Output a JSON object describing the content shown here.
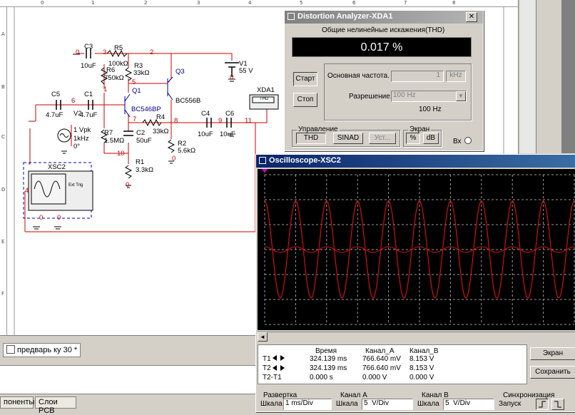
{
  "rulers": {
    "top": [
      "0",
      "1",
      "2",
      "3",
      "4",
      "5",
      "6",
      "7",
      "8"
    ],
    "left": [
      "A",
      "B",
      "C",
      "D",
      "E",
      "F"
    ]
  },
  "schematic": {
    "components": {
      "c3": "C3",
      "c3_val": "10uF",
      "r5": "R5",
      "r5_val": "100kΩ",
      "r6": "R6",
      "r6_val": "750kΩ",
      "r3": "R3",
      "r3_val": "33kΩ",
      "q3": "Q3",
      "q3_model": "BC556B",
      "q1": "Q1",
      "q1_model": "BC546BP",
      "v1": "V1",
      "v1_val": "55 V",
      "c5": "C5",
      "c5_val": "4.7uF",
      "c1": "C1",
      "c1_val": "4.7uF",
      "v2": "V2",
      "v2_amp": "1 Vpk",
      "v2_freq": "1kHz",
      "v2_phase": "0°",
      "r4": "R4",
      "r4_val": "33kΩ",
      "c2": "C2",
      "c2_val": "50uF",
      "r7": "R7",
      "r7_val": "1.5MΩ",
      "r2": "R2",
      "r2_val": "5.6kΩ",
      "r1": "R1",
      "r1_val": "3.3kΩ",
      "c4": "C4",
      "c4_val": "10uF",
      "c6": "C6",
      "c6_val": "10uF",
      "xda1": "XDA1",
      "xda1_inner": "THD",
      "xsc2": "XSC2",
      "xsc2_ext": "Ext Trig"
    },
    "nets": [
      "0",
      "3",
      "2",
      "5",
      "6",
      "1",
      "7",
      "8",
      "9",
      "11",
      "10",
      "4",
      "0",
      "0",
      "0",
      "0",
      "0"
    ]
  },
  "tabbar": {
    "tab_label": "предварь ку 30 *"
  },
  "bottom_tabs": [
    "поненты",
    "Слои PCB"
  ],
  "distortion": {
    "title": "Distortion Analyzer-XDA1",
    "close": "✕",
    "heading": "Общие нелинейные искажения(THD)",
    "reading": "0.017 %",
    "start": "Старт",
    "stop": "Стоп",
    "fund_label": "Основная частота.",
    "fund_value": "1",
    "fund_unit": "kHz",
    "res_label": "Разрешение.",
    "res_value": "100 Hz",
    "res_display": "100 Hz",
    "control_group": "Управление",
    "thd": "THD",
    "sinad": "SINAD",
    "set": "Уст...",
    "screen_group": "Экран",
    "percent": "%",
    "db": "dB",
    "input": "Вх"
  },
  "oscilloscope": {
    "title": "Oscilloscope-XSC2",
    "scroll_left": "◄",
    "table": {
      "headers": [
        "",
        "Время",
        "Канал_A",
        "Канал_B"
      ],
      "rows": [
        [
          "T1",
          "324.139 ms",
          "766.640 mV",
          "8.153 V"
        ],
        [
          "T2",
          "324.139 ms",
          "766.640 mV",
          "8.153 V"
        ],
        [
          "T2-T1",
          "0.000 s",
          "0.000 V",
          "0.000 V"
        ]
      ]
    },
    "screen_btn": "Экран",
    "save_btn": "Сохранить",
    "sweep_label": "Развертка",
    "sweep_scale_label": "Шкала",
    "sweep_scale": "1 ms/Div",
    "cha_label": "Канал A",
    "cha_scale_label": "Шкала",
    "cha_scale": "5  V/Div",
    "chb_label": "Канал B",
    "chb_scale_label": "Шкала",
    "chb_scale": "5  V/Div",
    "sync_label": "Синхронизация",
    "sync_trigger": "Запуск"
  },
  "colors": {
    "trace": "#d01010",
    "screen": "#000000",
    "accent": "#0a246a"
  }
}
